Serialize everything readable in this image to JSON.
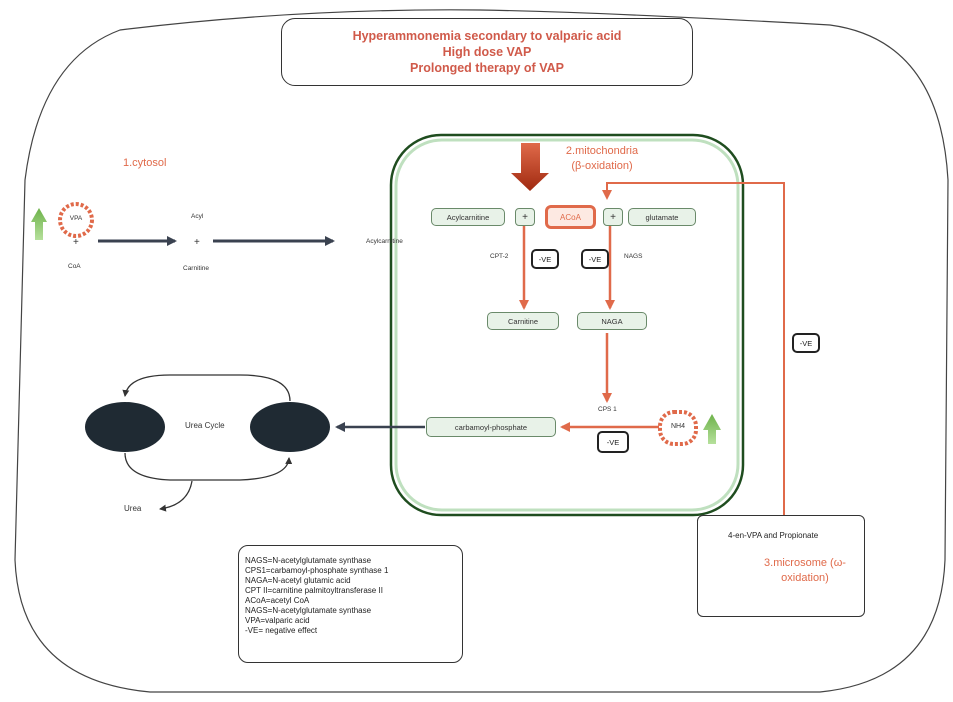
{
  "header": {
    "lines": [
      "Hyperammonemia secondary to valparic acid",
      "High dose VAP",
      "Prolonged therapy of VAP"
    ]
  },
  "compartments": {
    "cytosol": "1.cytosol",
    "mitochondria_line1": "2.mitochondria",
    "mitochondria_line2": "(β-oxidation)",
    "microsome_line1": "3.microsome (ω-",
    "microsome_line2": "oxidation)"
  },
  "cytosol": {
    "vpa": "VPA",
    "plus": "+",
    "coa": "CoA",
    "acyl": "Acyl",
    "carnitine": "Carnitine",
    "acylcarnitine": "Acylcarnitine"
  },
  "mitochondria": {
    "acylcarnitine": "Acylcarnitine",
    "plus": "+",
    "acoa": "ACoA",
    "glutamate": "glutamate",
    "cpt2": "CPT-2",
    "nags": "NAGS",
    "carnitine": "Carnitine",
    "naga": "NAGA",
    "cps1": "CPS 1",
    "nh4": "NH4",
    "carbamoyl_phosphate": "carbamoyl-phosphate"
  },
  "ve_label": "-VE",
  "urea": {
    "cycle": "Urea Cycle",
    "product": "Urea"
  },
  "microsome": {
    "product": "4-en-VPA and Propionate"
  },
  "legend": [
    "NAGS=N-acetylglutamate synthase",
    "CPS1=carbamoyl-phosphate synthase 1",
    "NAGA=N-acetyl glutamic acid",
    "CPT II=carnitine palmitoyltransferase II",
    "ACoA=acetyl CoA",
    "NAGS=N-acetylglutamate synthase",
    "VPA=valparic acid",
    "-VE= negative effect"
  ],
  "colors": {
    "accent_red": "#e06a4a",
    "mito_border": "#1f4d1f",
    "green_arrow": "#7fc25a",
    "urea_node": "#1f2a33",
    "dark_arrow": "#3a4250"
  }
}
